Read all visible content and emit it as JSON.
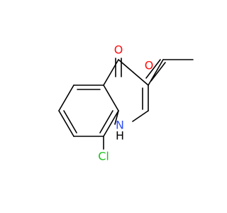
{
  "molecule": {
    "atoms": {
      "O_ketone": {
        "label": "O",
        "color": "#ff0d0d"
      },
      "O_acetyl": {
        "label": "O",
        "color": "#ff0d0d"
      },
      "Cl": {
        "label": "Cl",
        "color": "#1ac41a"
      },
      "N": {
        "label": "N",
        "color": "#3050f8"
      },
      "H": {
        "label": "H",
        "color": "#000000"
      }
    },
    "bond_color": "#000000"
  }
}
